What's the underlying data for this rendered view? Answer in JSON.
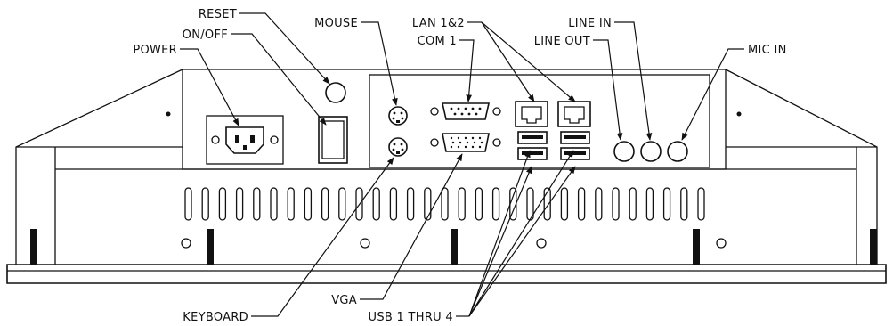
{
  "labels": {
    "reset": "RESET",
    "on_off": "ON/OFF",
    "power": "POWER",
    "mouse": "MOUSE",
    "lan": "LAN 1&2",
    "com": "COM 1",
    "line_out": "LINE OUT",
    "line_in": "LINE IN",
    "mic_in": "MIC IN",
    "vga": "VGA",
    "keyboard": "KEYBOARD",
    "usb": "USB 1 THRU 4"
  }
}
